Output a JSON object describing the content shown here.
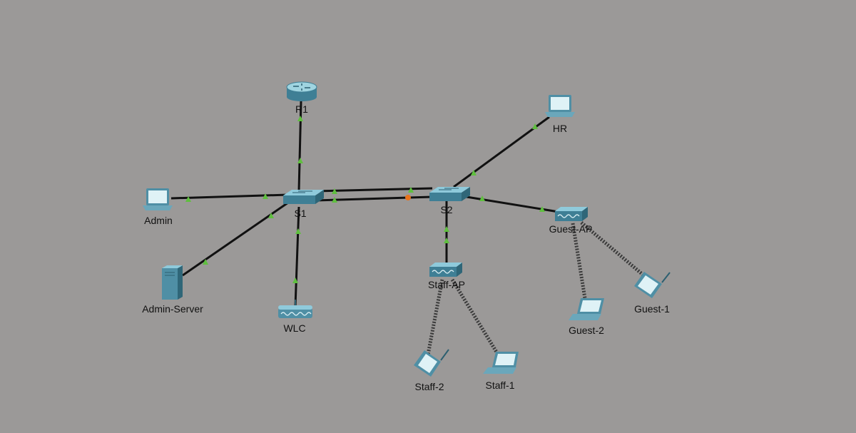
{
  "colors": {
    "background": "#9b9998",
    "link": "#111111",
    "link_up": "#5fbf3f",
    "link_blocked": "#e8731c",
    "device_fill": "#4f8fa5",
    "wireless_link": "#3a3a3a"
  },
  "devices": {
    "r1": {
      "label": "R1",
      "icon": "router-icon"
    },
    "hr": {
      "label": "HR",
      "icon": "pc-icon"
    },
    "admin": {
      "label": "Admin",
      "icon": "pc-icon"
    },
    "s1": {
      "label": "S1",
      "icon": "switch-icon"
    },
    "s2": {
      "label": "S2",
      "icon": "switch-icon"
    },
    "guest_ap": {
      "label": "Guest-AP",
      "icon": "access-point-icon"
    },
    "admin_server": {
      "label": "Admin-Server",
      "icon": "server-icon"
    },
    "wlc": {
      "label": "WLC",
      "icon": "wireless-controller-icon"
    },
    "staff_ap": {
      "label": "Staff-AP",
      "icon": "access-point-icon"
    },
    "guest_1": {
      "label": "Guest-1",
      "icon": "smartphone-icon"
    },
    "guest_2": {
      "label": "Guest-2",
      "icon": "laptop-icon"
    },
    "staff_2": {
      "label": "Staff-2",
      "icon": "smartphone-icon"
    },
    "staff_1": {
      "label": "Staff-1",
      "icon": "laptop-icon"
    }
  },
  "links": [
    {
      "from": "s1",
      "to": "r1",
      "status": "up"
    },
    {
      "from": "s1",
      "to": "admin",
      "status": "up"
    },
    {
      "from": "s1",
      "to": "admin_server",
      "status": "up"
    },
    {
      "from": "s1",
      "to": "wlc",
      "status": "up"
    },
    {
      "from": "s1",
      "to": "s2",
      "status": "up",
      "trunk": 1
    },
    {
      "from": "s1",
      "to": "s2",
      "status": "blocked",
      "trunk": 2
    },
    {
      "from": "s2",
      "to": "hr",
      "status": "up"
    },
    {
      "from": "s2",
      "to": "staff_ap",
      "status": "up"
    },
    {
      "from": "s2",
      "to": "guest_ap",
      "status": "up"
    },
    {
      "from": "staff_ap",
      "to": "staff_2",
      "type": "wireless"
    },
    {
      "from": "staff_ap",
      "to": "staff_1",
      "type": "wireless"
    },
    {
      "from": "guest_ap",
      "to": "guest_2",
      "type": "wireless"
    },
    {
      "from": "guest_ap",
      "to": "guest_1",
      "type": "wireless"
    }
  ]
}
